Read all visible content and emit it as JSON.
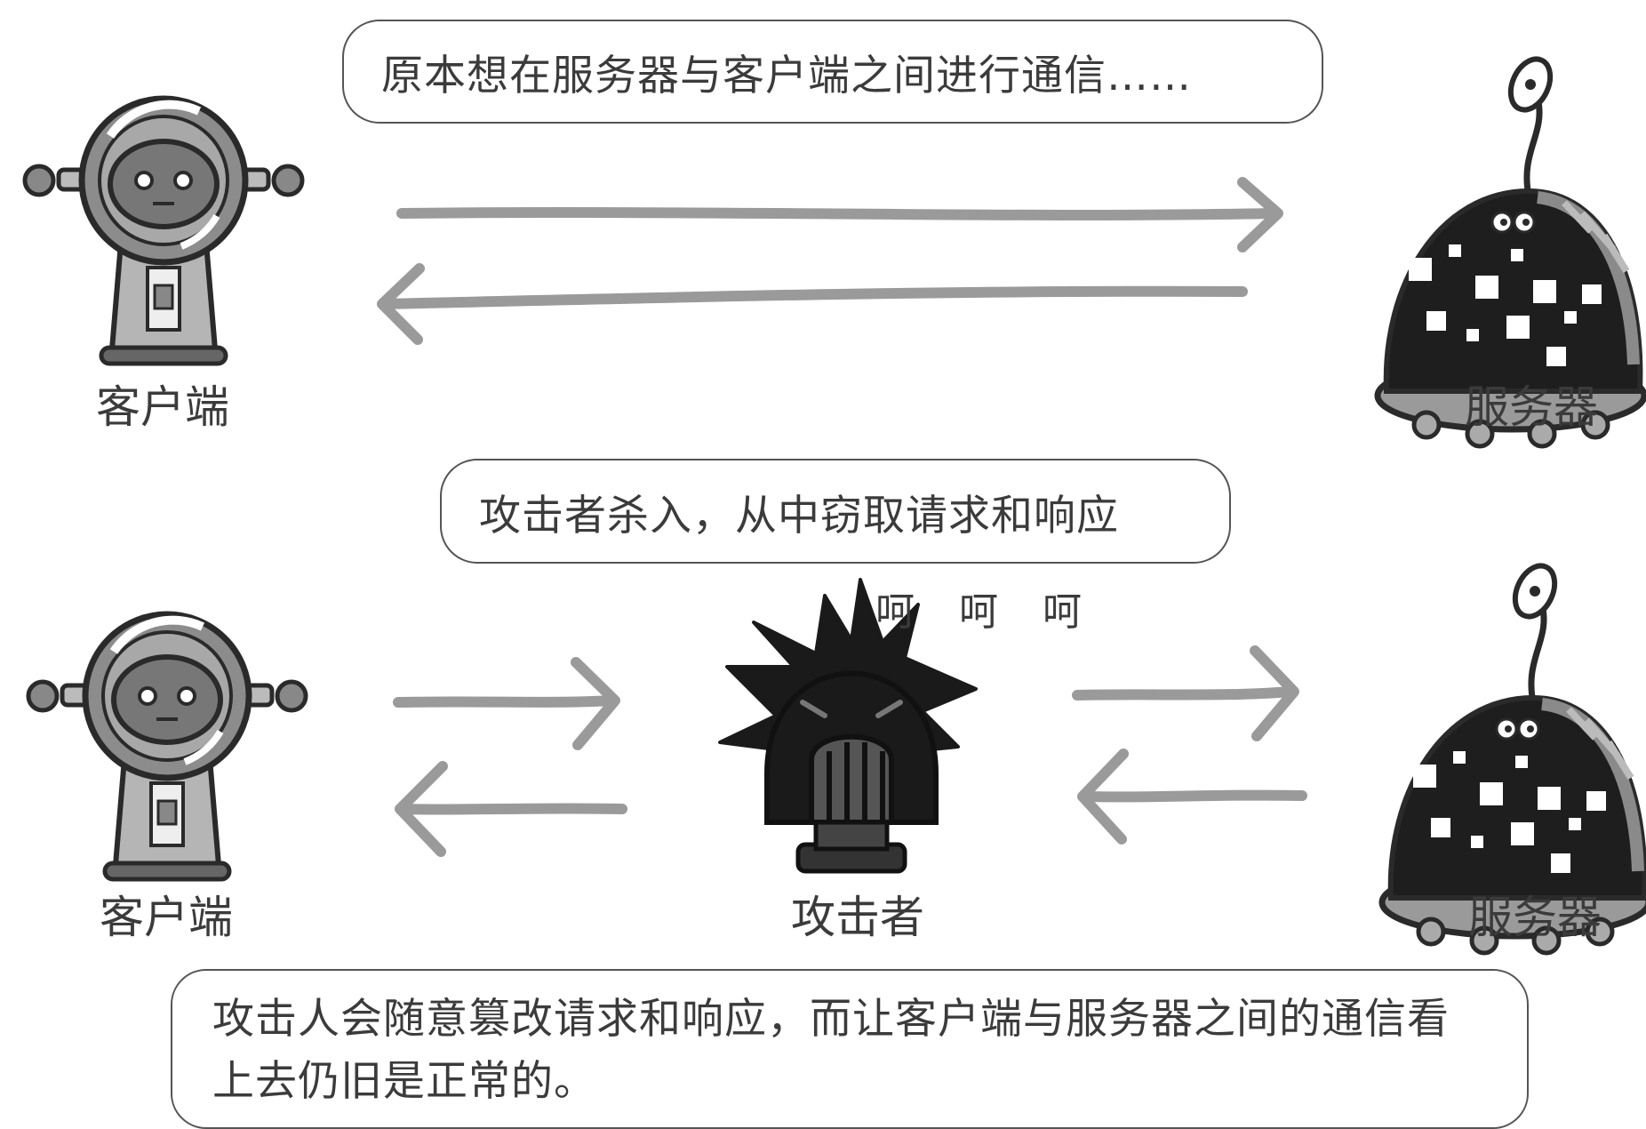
{
  "bubbles": {
    "top": "原本想在服务器与客户端之间进行通信……",
    "middle": "攻击者杀入，从中窃取请求和响应",
    "bottom": "攻击人会随意篡改请求和响应，而让客户端与服务器之间的通信看上去仍旧是正常的。"
  },
  "labels": {
    "client_top": "客户端",
    "server_top": "服务器",
    "client_bottom": "客户端",
    "attacker": "攻击者",
    "server_bottom": "服务器",
    "laugh": "呵 呵 呵"
  },
  "colors": {
    "arrow": "#9a9a9a",
    "outline": "#2a2a2a",
    "robot_face": "#8c8c8c",
    "server_shell": "#1e1e1e"
  },
  "icons": [
    "client-robot-icon",
    "server-robot-icon",
    "attacker-icon"
  ]
}
